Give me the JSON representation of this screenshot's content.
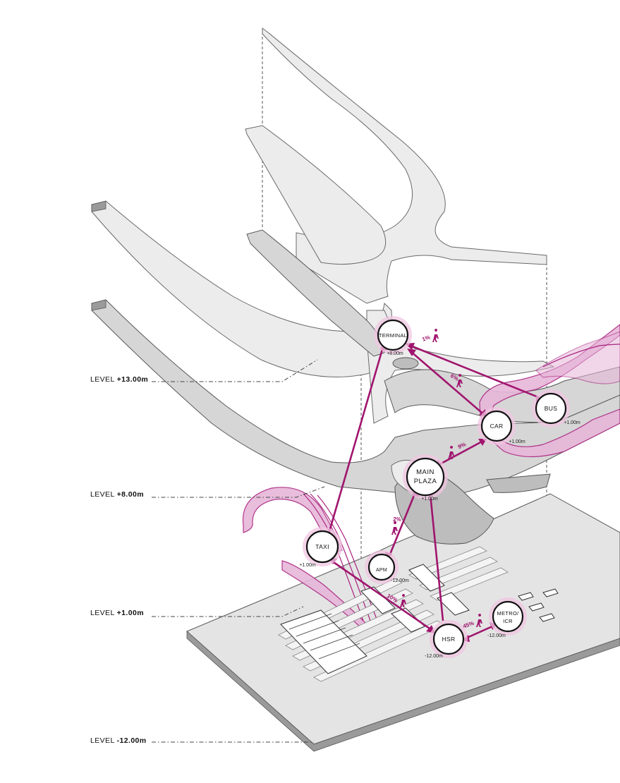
{
  "levels": [
    {
      "prefix": "LEVEL ",
      "value": "+13.00m"
    },
    {
      "prefix": "LEVEL ",
      "value": "+8.00m"
    },
    {
      "prefix": "LEVEL ",
      "value": "+1.00m"
    },
    {
      "prefix": "LEVEL ",
      "value": "-12.00m"
    }
  ],
  "nodes": {
    "terminal": {
      "label": "TERMINAL",
      "elevation": "+8.00m"
    },
    "bus": {
      "label": "BUS",
      "elevation": "+1.00m"
    },
    "car": {
      "label": "CAR",
      "elevation": "+1.00m"
    },
    "main_plaza": {
      "label_line1": "MAIN",
      "label_line2": "PLAZA",
      "elevation": "+1.00m"
    },
    "taxi": {
      "label": "TAXI",
      "elevation": "+1.00m"
    },
    "apm": {
      "label": "APM",
      "elevation": "-12.00m"
    },
    "hsr": {
      "label": "HSR",
      "elevation": "-12.00m"
    },
    "metro": {
      "label_line1": "METRO/",
      "label_line2": "ICR",
      "elevation": "-12.00m"
    }
  },
  "flows": [
    {
      "from": "bus",
      "to": "terminal",
      "share": "1%"
    },
    {
      "from": "car",
      "to": "terminal",
      "share": "6%"
    },
    {
      "from": "main_plaza",
      "to": "car",
      "share": "9%"
    },
    {
      "from": "apm",
      "to": "main_plaza",
      "share": "2%"
    },
    {
      "from": "taxi",
      "to": "hsr",
      "share": "10%"
    },
    {
      "from": "hsr",
      "to": "metro",
      "share": "45%"
    }
  ],
  "colors": {
    "accent": "#a0156e",
    "ramp_fill": "#e7b6d9",
    "slab_light": "#ececec",
    "slab_mid": "#d6d6d6",
    "ground": "#e4e4e4"
  },
  "icons": [
    "person-walking-icon"
  ]
}
